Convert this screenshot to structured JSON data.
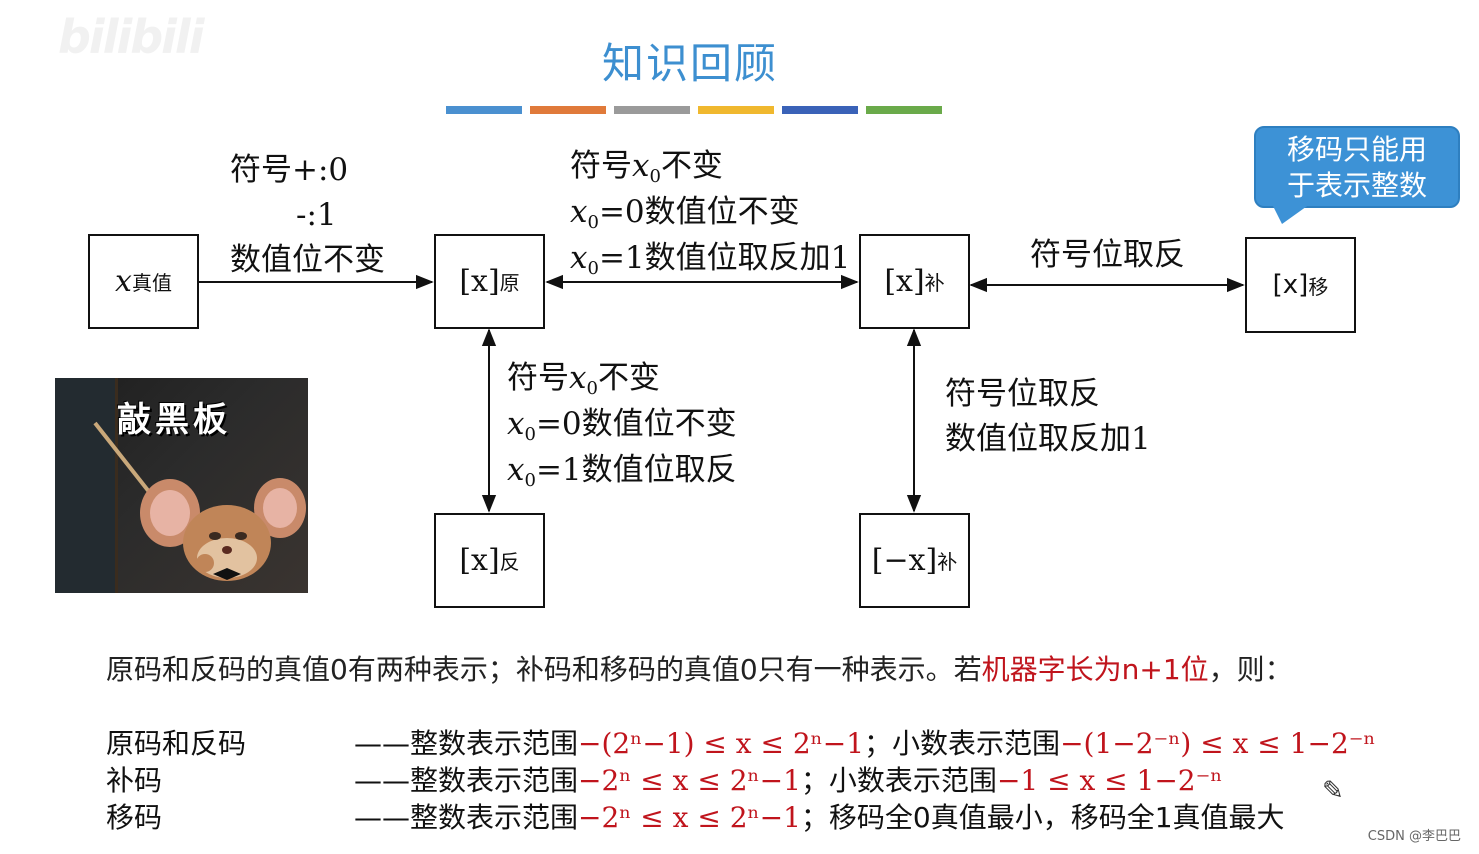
{
  "watermark": "bilibili",
  "title": "知识回顾",
  "color_bar": [
    "#4a90d0",
    "#e07a3a",
    "#9a9a9a",
    "#f0b82e",
    "#3a62b8",
    "#6aaa4a"
  ],
  "boxes": {
    "true_value": {
      "main": "x",
      "sub": "真值"
    },
    "yuan": {
      "main": "[x]",
      "sub": "原"
    },
    "bu": {
      "main": "[x]",
      "sub": "补"
    },
    "yi": {
      "main": "[x]",
      "sub": "移"
    },
    "fan": {
      "main": "[x]",
      "sub": "反"
    },
    "neg_bu": {
      "main": "[−x]",
      "sub": "补"
    }
  },
  "labels": {
    "true_to_yuan": {
      "line1": "符号+:0",
      "line2": "-:1",
      "line3": "数值位不变"
    },
    "yuan_bu": {
      "l1a": "符号",
      "l1v": "x",
      "l1s": "0",
      "l1b": "不变",
      "l2v": "x",
      "l2s": "0",
      "l2b": "=0数值位不变",
      "l3v": "x",
      "l3s": "0",
      "l3b": "=1数值位取反加1"
    },
    "bu_yi": "符号位取反",
    "yuan_fan": {
      "l1a": "符号",
      "l1v": "x",
      "l1s": "0",
      "l1b": "不变",
      "l2v": "x",
      "l2s": "0",
      "l2b": "=0数值位不变",
      "l3v": "x",
      "l3s": "0",
      "l3b": "=1数值位取反"
    },
    "bu_negbu": {
      "line1": "符号位取反",
      "line2": "数值位取反加1"
    }
  },
  "callout": {
    "line1": "移码只能用",
    "line2": "于表示整数"
  },
  "meme": {
    "caption": "敲黑板"
  },
  "summary": {
    "part1": "原码和反码的真值0有两种表示；补码和移码的真值0只有一种表示。若",
    "highlight": "机器字长为n+1位",
    "part2": "，则："
  },
  "ranges": [
    {
      "name": "原码和反码",
      "dash": "——整数表示范围",
      "f1": "−(2ⁿ−1) ≤ x ≤ 2ⁿ−1",
      "sep": "；小数表示范围",
      "f2": "−(1−2⁻ⁿ) ≤ x ≤ 1−2⁻ⁿ"
    },
    {
      "name": "补码",
      "dash": "——整数表示范围",
      "f1": "−2ⁿ ≤ x ≤ 2ⁿ−1",
      "sep": "；小数表示范围",
      "f2": "−1 ≤ x ≤ 1−2⁻ⁿ"
    },
    {
      "name": "移码",
      "dash": "——整数表示范围",
      "f1": "−2ⁿ ≤ x ≤ 2ⁿ−1",
      "sep": "；移码全0真值最小，移码全1真值最大",
      "f2": ""
    }
  ],
  "footer": "CSDN @李巴巴"
}
